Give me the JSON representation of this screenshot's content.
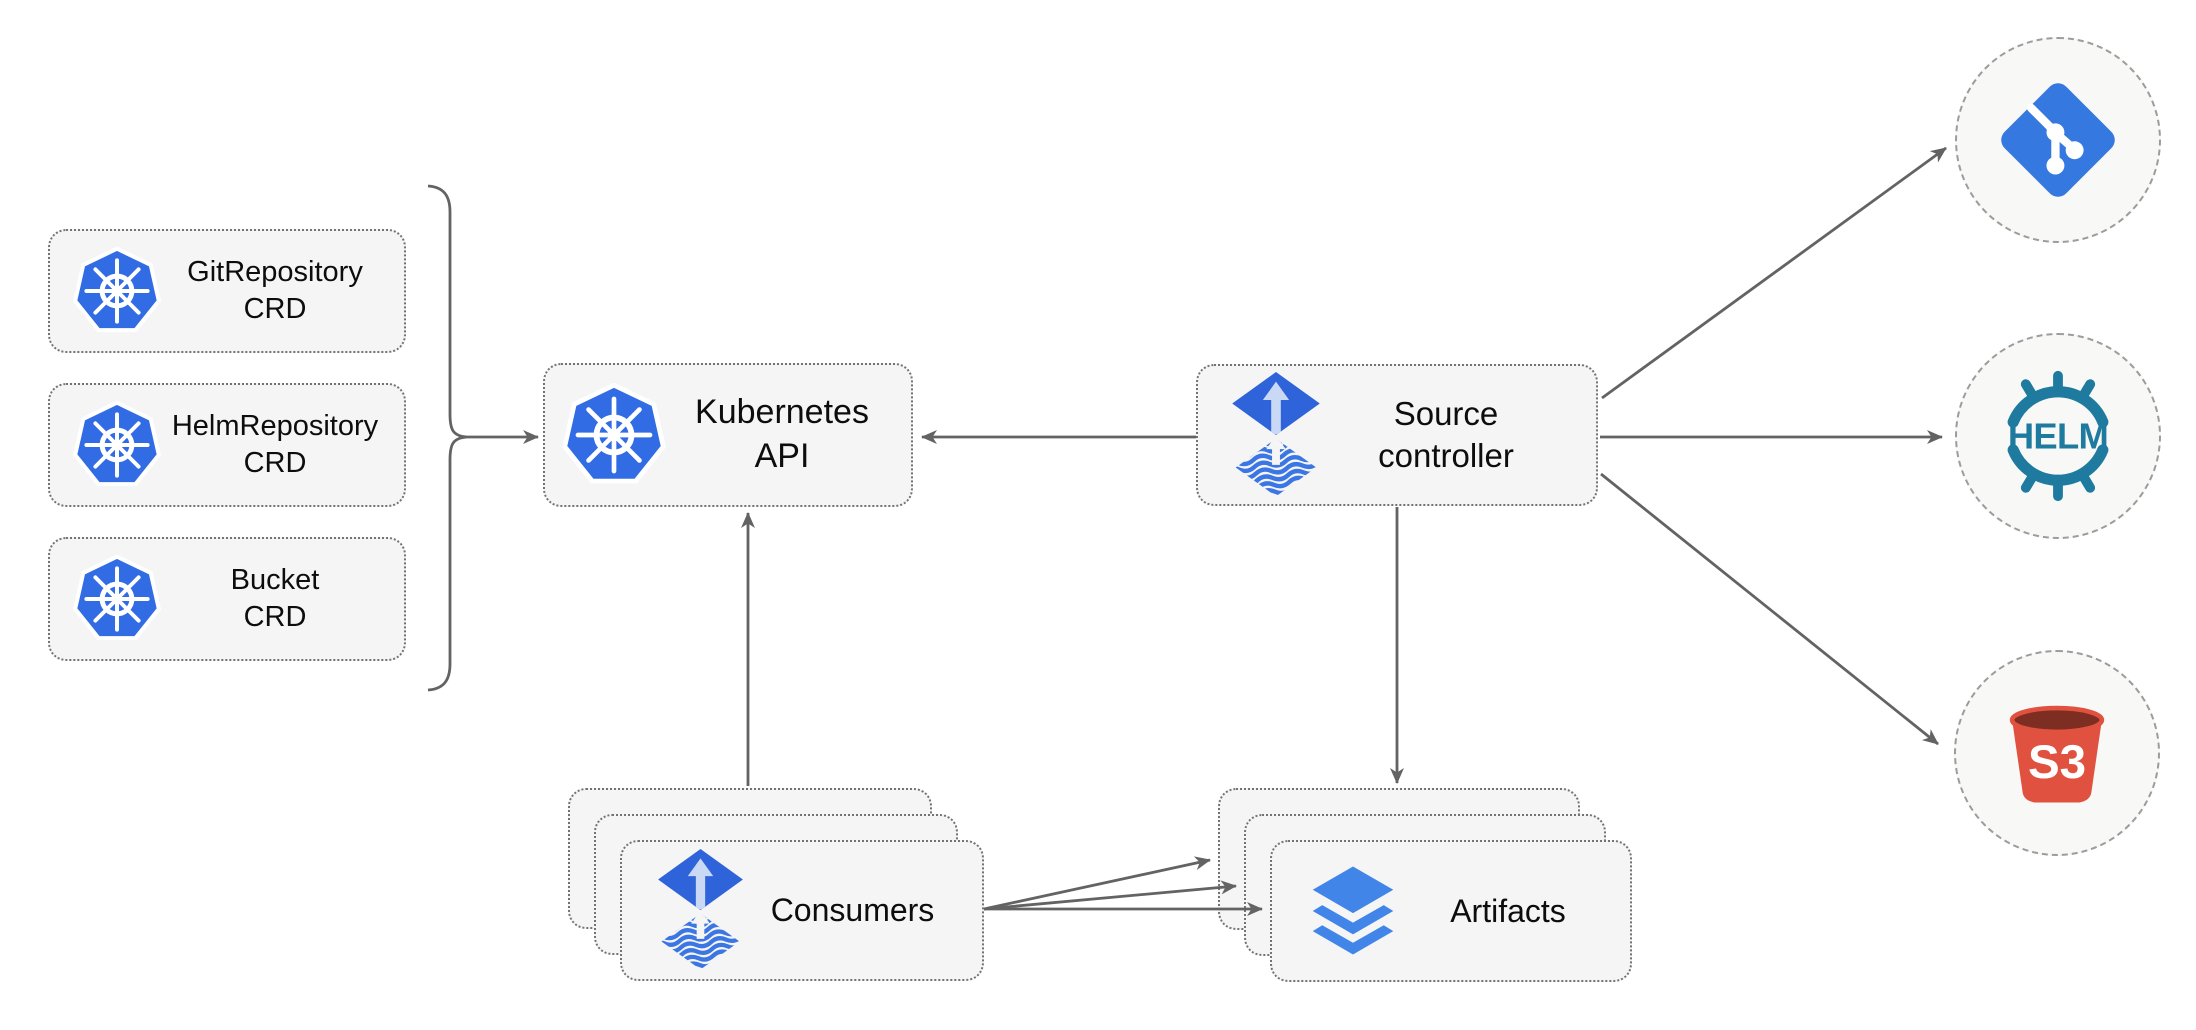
{
  "diagram": {
    "nodes": {
      "gitRepositoryCrd": {
        "line1": "GitRepository",
        "line2": "CRD",
        "icon": "kubernetes-icon"
      },
      "helmRepositoryCrd": {
        "line1": "HelmRepository",
        "line2": "CRD",
        "icon": "kubernetes-icon"
      },
      "bucketCrd": {
        "line1": "Bucket",
        "line2": "CRD",
        "icon": "kubernetes-icon"
      },
      "kubernetesApi": {
        "label": "Kubernetes API",
        "icon": "kubernetes-icon"
      },
      "sourceController": {
        "line1": "Source",
        "line2": "controller",
        "icon": "flux-icon"
      },
      "consumers": {
        "label": "Consumers",
        "icon": "flux-icon"
      },
      "artifacts": {
        "label": "Artifacts",
        "icon": "layers-icon"
      }
    },
    "externalSources": {
      "git": {
        "name": "git",
        "icon": "git-icon"
      },
      "helm": {
        "name": "helm",
        "icon": "helm-icon",
        "logo_text": "HELM"
      },
      "s3": {
        "name": "s3",
        "icon": "s3-icon",
        "logo_text": "S3"
      }
    },
    "colors": {
      "kubernetes_blue": "#326CE5",
      "flux_blue": "#2E63D9",
      "flux_stripe_blue": "#3B76E3",
      "flux_arrow_light": "#C9D8F5",
      "git_blue": "#3478E0",
      "helm_teal": "#1F7A9F",
      "s3_red": "#E0523F",
      "s3_dark_red": "#7D2D21",
      "layers_blue": "#4285E8",
      "arrow_gray": "#636363",
      "node_fill": "#F5F5F5",
      "background": "#FFFFFF"
    }
  }
}
